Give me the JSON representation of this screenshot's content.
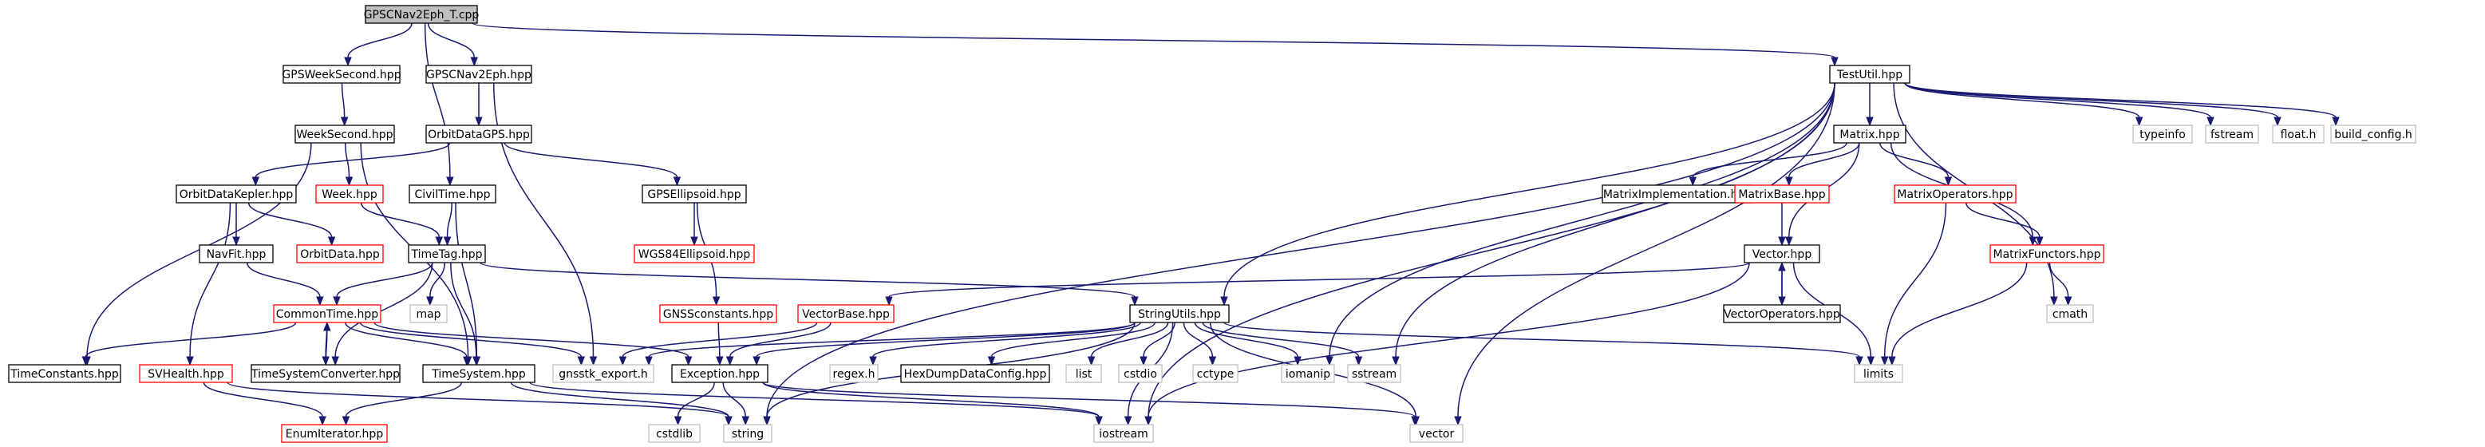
{
  "colors": {
    "edge": "#191970",
    "border_black": "#000000",
    "border_red": "#ff0000",
    "border_gray": "#bfbfbf",
    "root_fill": "#bfbfbf",
    "text": "#000000"
  },
  "nodes": [
    {
      "id": "root",
      "label": "GPSCNav2Eph_T.cpp",
      "style": "root"
    },
    {
      "id": "gpsweeksecond",
      "label": "GPSWeekSecond.hpp",
      "style": "black"
    },
    {
      "id": "gpscnav2eph",
      "label": "GPSCNav2Eph.hpp",
      "style": "black"
    },
    {
      "id": "testutil",
      "label": "TestUtil.hpp",
      "style": "black"
    },
    {
      "id": "weeksecond",
      "label": "WeekSecond.hpp",
      "style": "black"
    },
    {
      "id": "orbitdatagps",
      "label": "OrbitDataGPS.hpp",
      "style": "black"
    },
    {
      "id": "matrix",
      "label": "Matrix.hpp",
      "style": "black"
    },
    {
      "id": "typeinfo",
      "label": "typeinfo",
      "style": "gray"
    },
    {
      "id": "fstream",
      "label": "fstream",
      "style": "gray"
    },
    {
      "id": "floath",
      "label": "float.h",
      "style": "gray"
    },
    {
      "id": "buildconfig",
      "label": "build_config.h",
      "style": "gray"
    },
    {
      "id": "orbitdatakepler",
      "label": "OrbitDataKepler.hpp",
      "style": "black"
    },
    {
      "id": "week",
      "label": "Week.hpp",
      "style": "red"
    },
    {
      "id": "civiltime",
      "label": "CivilTime.hpp",
      "style": "black"
    },
    {
      "id": "gpsellipsoid",
      "label": "GPSEllipsoid.hpp",
      "style": "black"
    },
    {
      "id": "matriximpl",
      "label": "MatrixImplementation.hpp",
      "style": "black"
    },
    {
      "id": "matrixbase",
      "label": "MatrixBase.hpp",
      "style": "red"
    },
    {
      "id": "matrixoperators",
      "label": "MatrixOperators.hpp",
      "style": "red"
    },
    {
      "id": "navfit",
      "label": "NavFit.hpp",
      "style": "black"
    },
    {
      "id": "orbitdata",
      "label": "OrbitData.hpp",
      "style": "red"
    },
    {
      "id": "timetag",
      "label": "TimeTag.hpp",
      "style": "black"
    },
    {
      "id": "wgs84",
      "label": "WGS84Ellipsoid.hpp",
      "style": "red"
    },
    {
      "id": "vector",
      "label": "Vector.hpp",
      "style": "black"
    },
    {
      "id": "matrixfunctors",
      "label": "MatrixFunctors.hpp",
      "style": "red"
    },
    {
      "id": "commontime",
      "label": "CommonTime.hpp",
      "style": "red"
    },
    {
      "id": "map",
      "label": "map",
      "style": "gray"
    },
    {
      "id": "gnssconstants",
      "label": "GNSSconstants.hpp",
      "style": "red"
    },
    {
      "id": "vectorbase",
      "label": "VectorBase.hpp",
      "style": "red"
    },
    {
      "id": "stringutils",
      "label": "StringUtils.hpp",
      "style": "black"
    },
    {
      "id": "vectoroperators",
      "label": "VectorOperators.hpp",
      "style": "black"
    },
    {
      "id": "cmath",
      "label": "cmath",
      "style": "gray"
    },
    {
      "id": "timeconstants",
      "label": "TimeConstants.hpp",
      "style": "black"
    },
    {
      "id": "svhealth",
      "label": "SVHealth.hpp",
      "style": "red"
    },
    {
      "id": "timesystemconverter",
      "label": "TimeSystemConverter.hpp",
      "style": "black"
    },
    {
      "id": "timesystem",
      "label": "TimeSystem.hpp",
      "style": "black"
    },
    {
      "id": "gnsstkexport",
      "label": "gnsstk_export.h",
      "style": "gray"
    },
    {
      "id": "exception",
      "label": "Exception.hpp",
      "style": "black"
    },
    {
      "id": "regexh",
      "label": "regex.h",
      "style": "gray"
    },
    {
      "id": "hexdump",
      "label": "HexDumpDataConfig.hpp",
      "style": "black"
    },
    {
      "id": "list",
      "label": "list",
      "style": "gray"
    },
    {
      "id": "cstdio",
      "label": "cstdio",
      "style": "gray"
    },
    {
      "id": "cctype",
      "label": "cctype",
      "style": "gray"
    },
    {
      "id": "iomanip",
      "label": "iomanip",
      "style": "gray"
    },
    {
      "id": "sstream",
      "label": "sstream",
      "style": "gray"
    },
    {
      "id": "limits",
      "label": "limits",
      "style": "gray"
    },
    {
      "id": "enumiterator",
      "label": "EnumIterator.hpp",
      "style": "red"
    },
    {
      "id": "cstdlib",
      "label": "cstdlib",
      "style": "gray"
    },
    {
      "id": "string",
      "label": "string",
      "style": "gray"
    },
    {
      "id": "iostream",
      "label": "iostream",
      "style": "gray"
    },
    {
      "id": "vectorh",
      "label": "vector",
      "style": "gray"
    }
  ],
  "edges": [
    [
      "root",
      "gpsweeksecond"
    ],
    [
      "root",
      "gpscnav2eph"
    ],
    [
      "root",
      "testutil"
    ],
    [
      "root",
      "civiltime"
    ],
    [
      "gpsweeksecond",
      "weeksecond"
    ],
    [
      "weeksecond",
      "week"
    ],
    [
      "weeksecond",
      "timeconstants"
    ],
    [
      "weeksecond",
      "timesystem"
    ],
    [
      "gpscnav2eph",
      "orbitdatagps"
    ],
    [
      "gpscnav2eph",
      "gnsstkexport"
    ],
    [
      "orbitdatagps",
      "orbitdatakepler"
    ],
    [
      "orbitdatagps",
      "gpsellipsoid"
    ],
    [
      "orbitdatakepler",
      "navfit"
    ],
    [
      "orbitdatakepler",
      "orbitdata"
    ],
    [
      "orbitdatakepler",
      "svhealth"
    ],
    [
      "week",
      "timetag"
    ],
    [
      "civiltime",
      "timetag"
    ],
    [
      "civiltime",
      "timesystem"
    ],
    [
      "navfit",
      "commontime"
    ],
    [
      "timetag",
      "commontime"
    ],
    [
      "timetag",
      "map"
    ],
    [
      "timetag",
      "timesystem"
    ],
    [
      "timetag",
      "stringutils"
    ],
    [
      "timetag",
      "timesystemconverter"
    ],
    [
      "gpsellipsoid",
      "wgs84"
    ],
    [
      "gpsellipsoid",
      "gnssconstants"
    ],
    [
      "gnssconstants",
      "exception"
    ],
    [
      "commontime",
      "timeconstants"
    ],
    [
      "commontime",
      "timesystemconverter"
    ],
    [
      "commontime",
      "timesystem"
    ],
    [
      "commontime",
      "exception"
    ],
    [
      "commontime",
      "gnsstkexport"
    ],
    [
      "timesystemconverter",
      "commontime"
    ],
    [
      "svhealth",
      "enumiterator"
    ],
    [
      "svhealth",
      "string"
    ],
    [
      "timesystem",
      "enumiterator"
    ],
    [
      "timesystem",
      "string"
    ],
    [
      "timesystem",
      "iostream"
    ],
    [
      "testutil",
      "matrix"
    ],
    [
      "testutil",
      "typeinfo"
    ],
    [
      "testutil",
      "fstream"
    ],
    [
      "testutil",
      "floath"
    ],
    [
      "testutil",
      "buildconfig"
    ],
    [
      "testutil",
      "stringutils"
    ],
    [
      "testutil",
      "iomanip"
    ],
    [
      "testutil",
      "sstream"
    ],
    [
      "testutil",
      "cmath"
    ],
    [
      "testutil",
      "string"
    ],
    [
      "testutil",
      "iostream"
    ],
    [
      "testutil",
      "vectorh"
    ],
    [
      "matrix",
      "matriximpl"
    ],
    [
      "matrix",
      "matrixbase"
    ],
    [
      "matrix",
      "matrixoperators"
    ],
    [
      "matrix",
      "vector"
    ],
    [
      "matrix",
      "matrixfunctors"
    ],
    [
      "matrixbase",
      "vector"
    ],
    [
      "matrixoperators",
      "matrixfunctors"
    ],
    [
      "matrixoperators",
      "limits"
    ],
    [
      "matrixfunctors",
      "cmath"
    ],
    [
      "matrixfunctors",
      "limits"
    ],
    [
      "vector",
      "vectorbase"
    ],
    [
      "vector",
      "vectoroperators"
    ],
    [
      "vector",
      "limits"
    ],
    [
      "vector",
      "iostream"
    ],
    [
      "vectoroperators",
      "vector"
    ],
    [
      "vectorbase",
      "exception"
    ],
    [
      "vectorbase",
      "gnsstkexport"
    ],
    [
      "stringutils",
      "exception"
    ],
    [
      "stringutils",
      "regexh"
    ],
    [
      "stringutils",
      "hexdump"
    ],
    [
      "stringutils",
      "list"
    ],
    [
      "stringutils",
      "cstdio"
    ],
    [
      "stringutils",
      "cctype"
    ],
    [
      "stringutils",
      "iomanip"
    ],
    [
      "stringutils",
      "sstream"
    ],
    [
      "stringutils",
      "limits"
    ],
    [
      "stringutils",
      "string"
    ],
    [
      "stringutils",
      "iostream"
    ],
    [
      "stringutils",
      "vectorh"
    ],
    [
      "stringutils",
      "gnsstkexport"
    ],
    [
      "exception",
      "cstdlib"
    ],
    [
      "exception",
      "string"
    ],
    [
      "exception",
      "iostream"
    ],
    [
      "exception",
      "vectorh"
    ]
  ]
}
